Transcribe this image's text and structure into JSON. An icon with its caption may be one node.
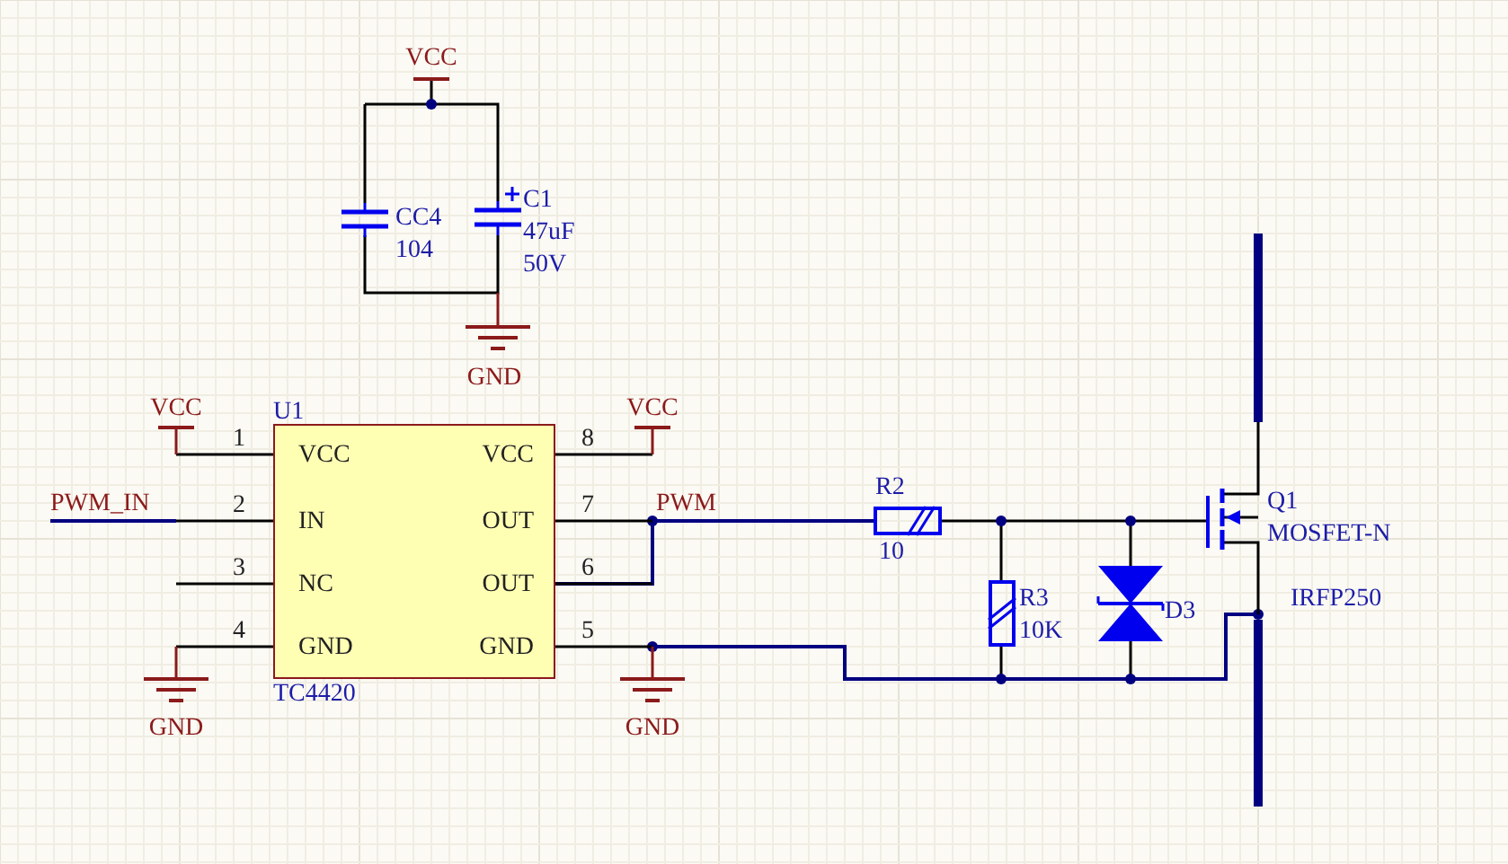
{
  "diagram": {
    "nodes": [
      {
        "text": [
          "U1",
          "VCC",
          "IN",
          "NC",
          "GND",
          "VCC",
          "OUT",
          "OUT",
          "GND"
        ],
        "beside": [
          "TC4420"
        ]
      }
    ],
    "labels": [
      "VCC",
      "CC4",
      "104",
      "C1",
      "47uF",
      "50V",
      "GND",
      "VCC",
      "VCC",
      "1",
      "8",
      "PWM_IN",
      "2",
      "7",
      "PWM",
      "R2",
      "Q1",
      "MOSFET-N",
      "3",
      "6",
      "10",
      "R3",
      "10K",
      "D3",
      "IRFP250",
      "4",
      "5",
      "GND",
      "GND"
    ]
  }
}
